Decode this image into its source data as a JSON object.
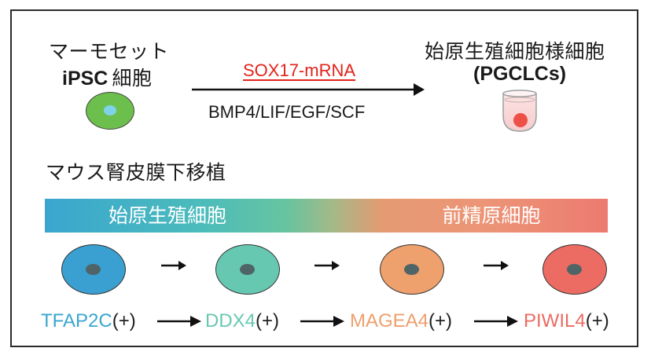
{
  "top": {
    "marmoset_label": "マーモセット",
    "ipsc_label": "iPSC",
    "ipsc_suffix": "細胞",
    "sox17_label": "SOX17-mRNA",
    "factors_label": "BMP4/LIF/EGF/SCF",
    "pgc_label": "始原生殖細胞様細胞",
    "pgclc_label": "(PGCLCs)"
  },
  "transplant_label": "マウス腎皮膜下移植",
  "stage_bar": {
    "left_label": "始原生殖細胞",
    "right_label": "前精原細胞"
  },
  "markers": [
    {
      "name": "TFAP2C",
      "suffix": "(+)",
      "color": "#3aa6cf"
    },
    {
      "name": "DDX4",
      "suffix": "(+)",
      "color": "#67c8b1"
    },
    {
      "name": "MAGEA4",
      "suffix": "(+)",
      "color": "#eea06d"
    },
    {
      "name": "PIWIL4",
      "suffix": "(+)",
      "color": "#ec6b62"
    }
  ],
  "colors": {
    "ipsc_cell": "#6cbf4c",
    "ipsc_nucleus": "#7fd3e8",
    "cell_1": "#3a9fd1",
    "cell_2": "#67c8b1",
    "cell_3": "#eea06d",
    "cell_4": "#ec6b62",
    "sox17": "#e2231a"
  }
}
